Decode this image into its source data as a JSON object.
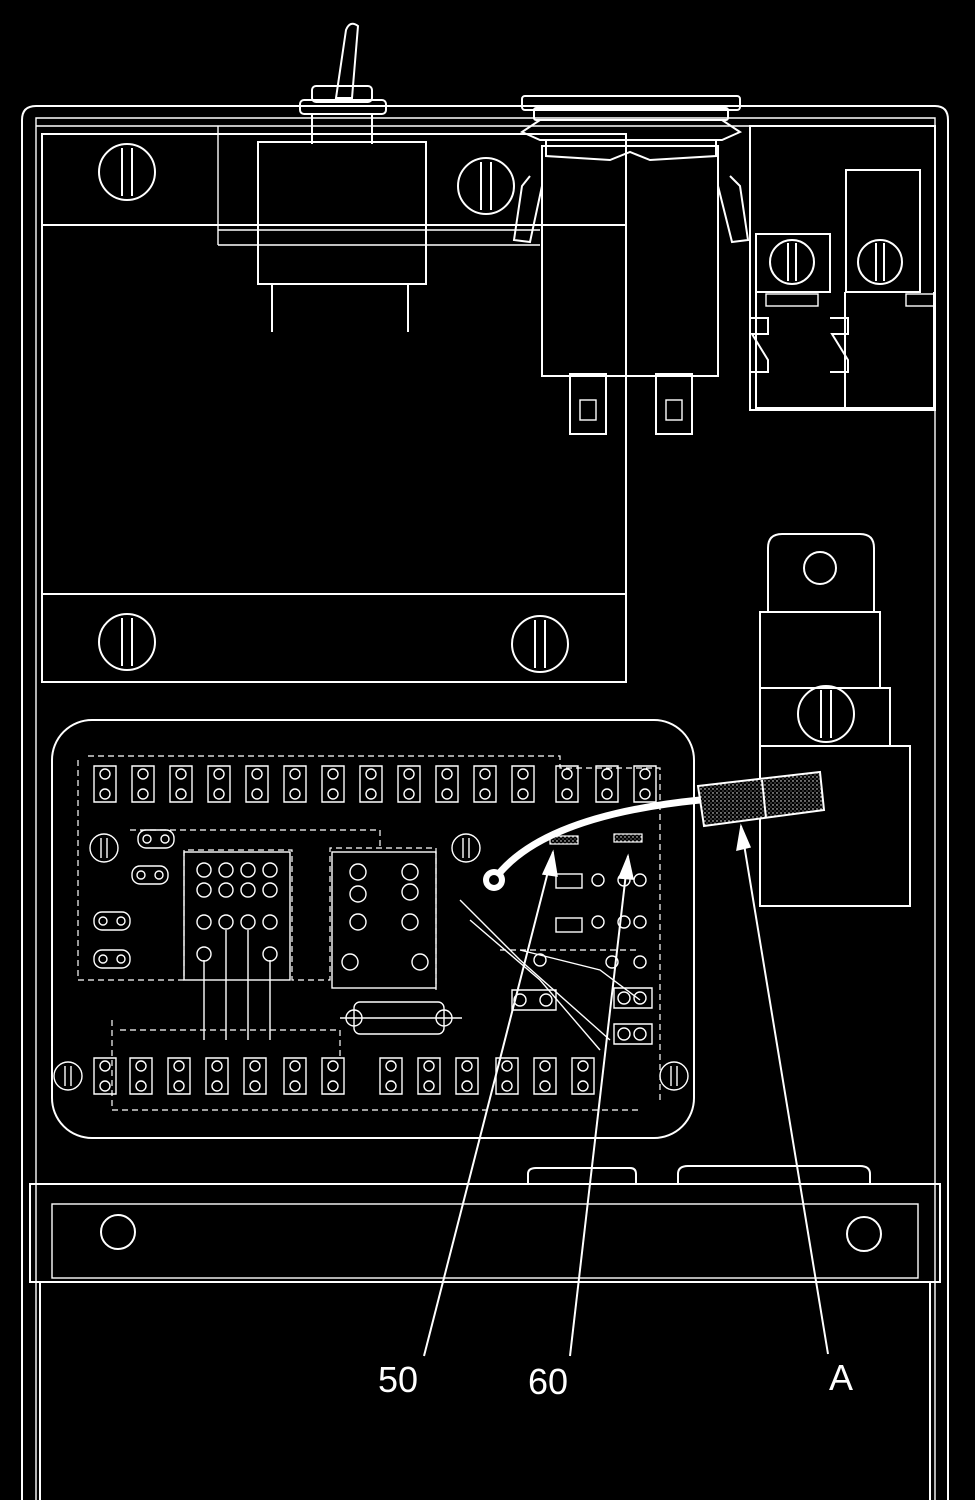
{
  "callouts": {
    "label_50": "50",
    "label_60": "60",
    "label_a": "A"
  },
  "colors": {
    "background": "#000000",
    "line": "#ffffff"
  }
}
